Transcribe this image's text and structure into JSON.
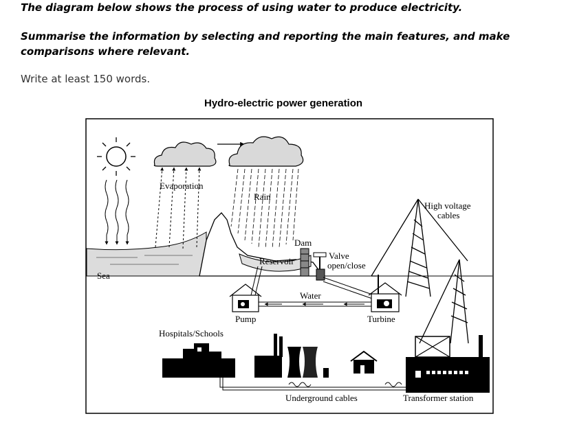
{
  "task": {
    "line1": "The diagram below shows the process of using water to produce electricity.",
    "line2": "Summarise the information by selecting and reporting the main features, and make comparisons where relevant.",
    "line3": "Write at least 150 words."
  },
  "diagram": {
    "title": "Hydro-electric power generation",
    "labels": {
      "evaporation": "Evaporation",
      "rain": "Rain",
      "dam": "Dam",
      "valve1": "Valve",
      "valve2": "open/close",
      "reservoir": "Reservoir",
      "sea": "Sea",
      "water": "Water",
      "pump": "Pump",
      "turbine": "Turbine",
      "hv1": "High voltage",
      "hv2": "cables",
      "hospitals": "Hospitals/Schools",
      "underground": "Underground cables",
      "transformer": "Transformer station"
    }
  }
}
